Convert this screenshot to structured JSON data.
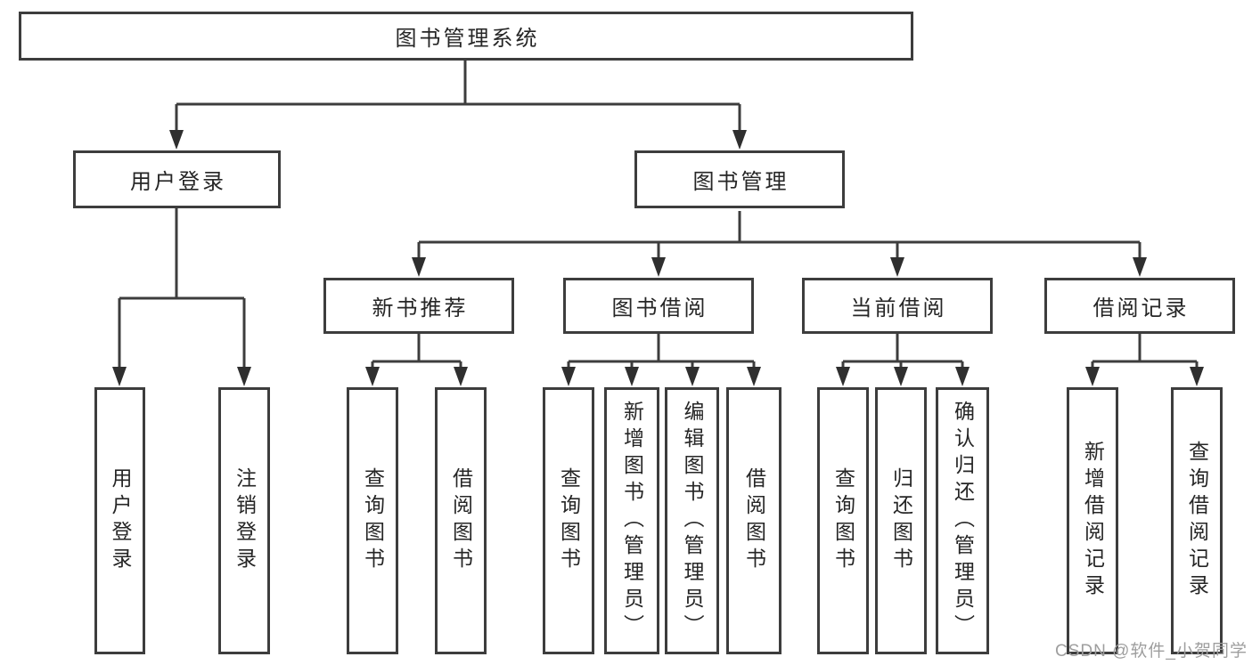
{
  "title": "图书管理系统",
  "nodes": {
    "user_login": {
      "label": "用户登录",
      "children": [
        "用户登录",
        "注销登录"
      ]
    },
    "book_management": {
      "label": "图书管理"
    },
    "new_book": {
      "label": "新书推荐",
      "children": [
        "查询图书",
        "借阅图书"
      ]
    },
    "book_borrow": {
      "label": "图书借阅",
      "children": [
        "查询图书",
        "新增图书（管理员）",
        "编辑图书（管理员）",
        "借阅图书"
      ]
    },
    "current_borrow": {
      "label": "当前借阅",
      "children": [
        "查询图书",
        "归还图书",
        "确认归还（管理员）"
      ]
    },
    "borrow_records": {
      "label": "借阅记录",
      "children": [
        "新增借阅记录",
        "查询借阅记录"
      ]
    }
  },
  "watermark": "CSDN @软件_小贺同学"
}
